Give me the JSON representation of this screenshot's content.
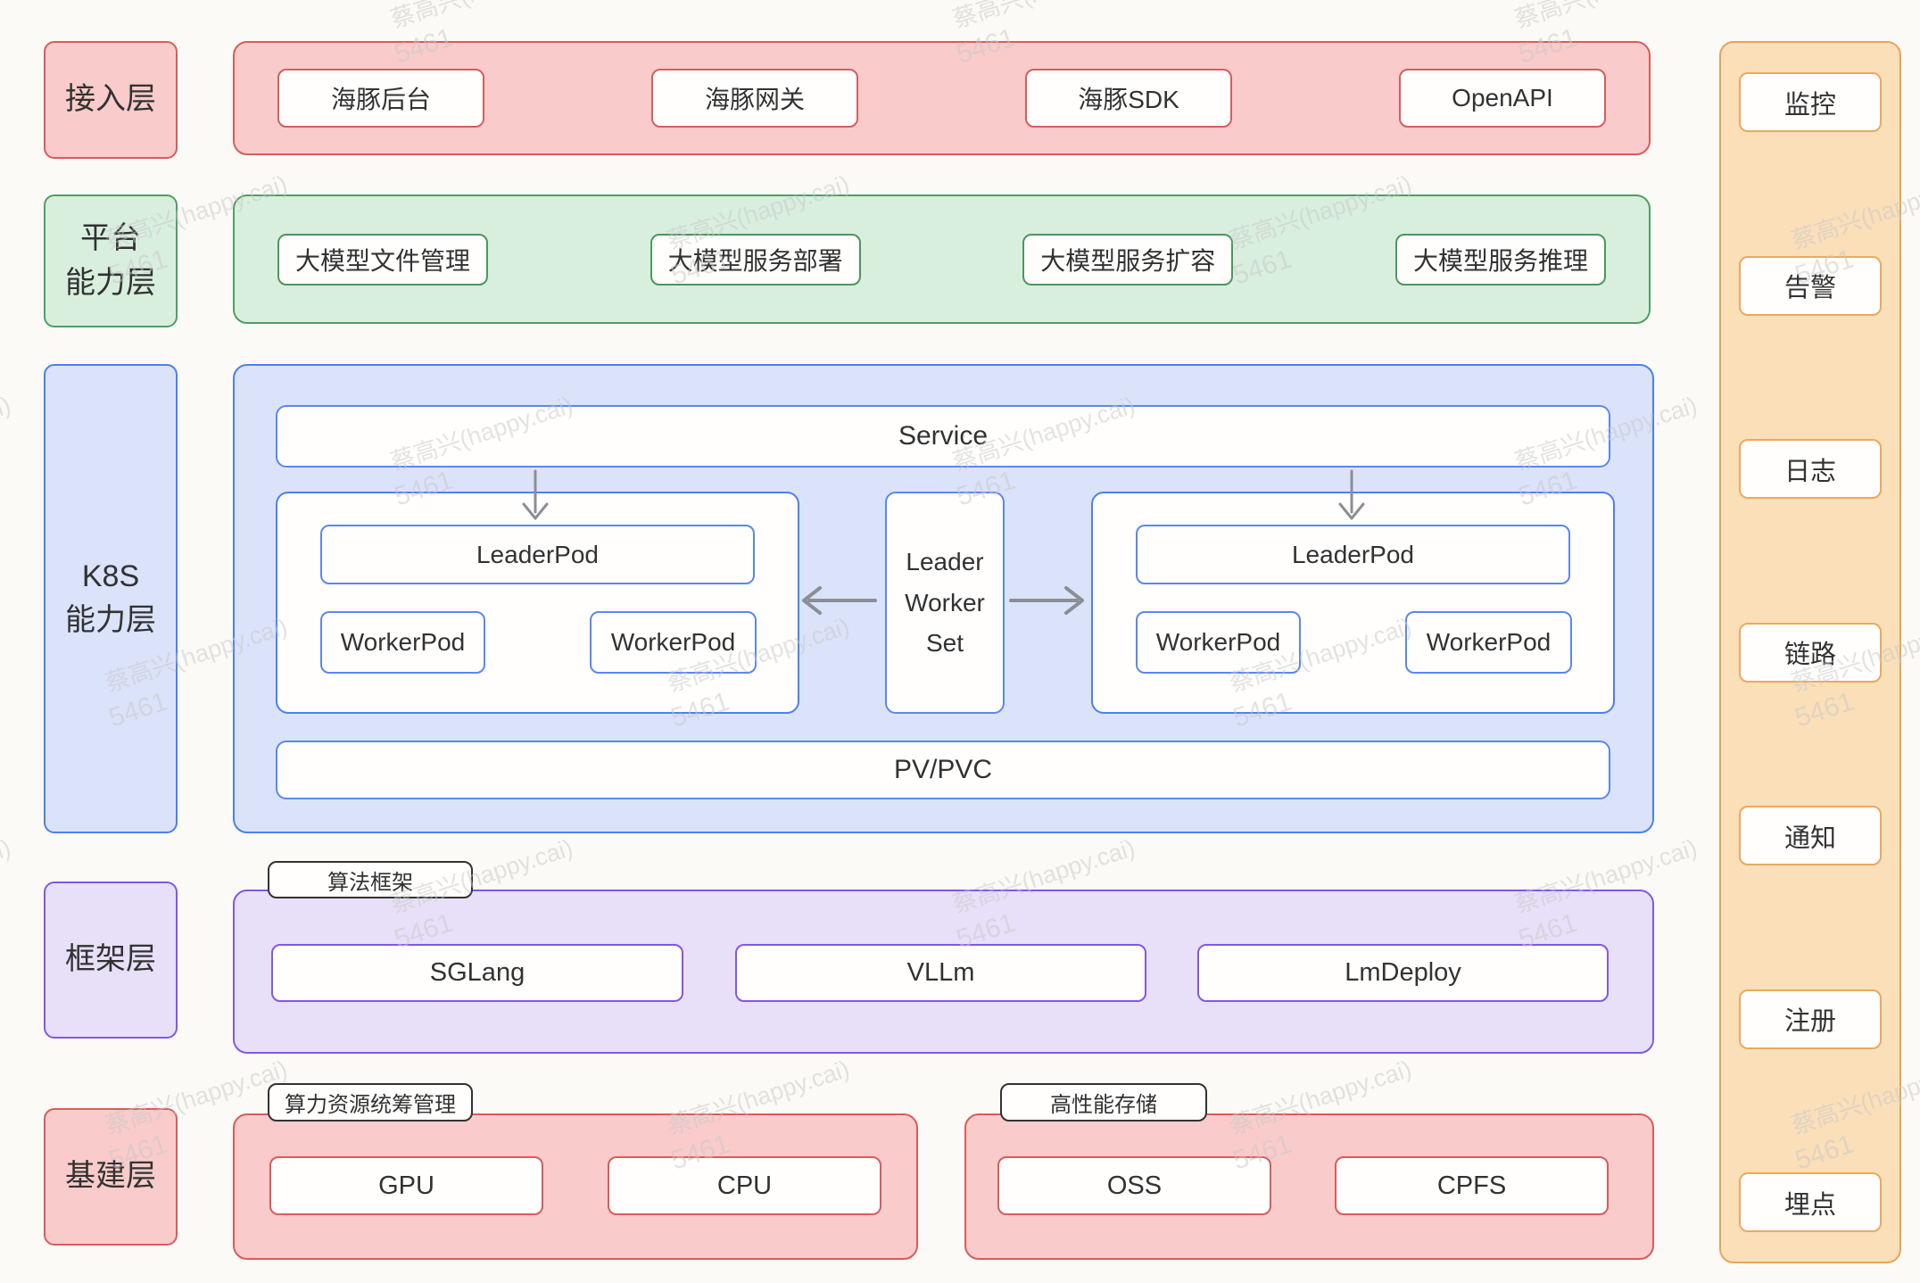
{
  "watermark": {
    "line1": "蔡高兴(happy.cai)",
    "line2": "5461"
  },
  "colors": {
    "red": "#d85c5c",
    "red_fill": "#f9cbcb",
    "green": "#519e64",
    "green_fill": "#d9efde",
    "blue": "#4b80f0",
    "blue_fill": "#dbe3fa",
    "purple": "#8257e8",
    "purple_fill": "#e8e0f8",
    "orange": "#e8a45b",
    "orange_fill": "#fadfb9",
    "arrow": "#8a8f96"
  },
  "layers": {
    "access": {
      "label": "接入层",
      "items": [
        "海豚后台",
        "海豚网关",
        "海豚SDK",
        "OpenAPI"
      ]
    },
    "platform": {
      "label_line1": "平台",
      "label_line2": "能力层",
      "items": [
        "大模型文件管理",
        "大模型服务部署",
        "大模型服务扩容",
        "大模型服务推理"
      ]
    },
    "k8s": {
      "label_line1": "K8S",
      "label_line2": "能力层",
      "service": "Service",
      "lws_line1": "Leader",
      "lws_line2": "Worker",
      "lws_line3": "Set",
      "left_group": {
        "leader": "LeaderPod",
        "worker1": "WorkerPod",
        "worker2": "WorkerPod"
      },
      "right_group": {
        "leader": "LeaderPod",
        "worker1": "WorkerPod",
        "worker2": "WorkerPod"
      },
      "pvpvc": "PV/PVC"
    },
    "framework": {
      "label": "框架层",
      "tab": "算法框架",
      "items": [
        "SGLang",
        "VLLm",
        "LmDeploy"
      ]
    },
    "infra": {
      "label": "基建层",
      "compute": {
        "tab": "算力资源统筹管理",
        "items": [
          "GPU",
          "CPU"
        ]
      },
      "storage": {
        "tab": "高性能存储",
        "items": [
          "OSS",
          "CPFS"
        ]
      }
    }
  },
  "sidebar": {
    "items": [
      "监控",
      "告警",
      "日志",
      "链路",
      "通知",
      "注册",
      "埋点"
    ]
  }
}
